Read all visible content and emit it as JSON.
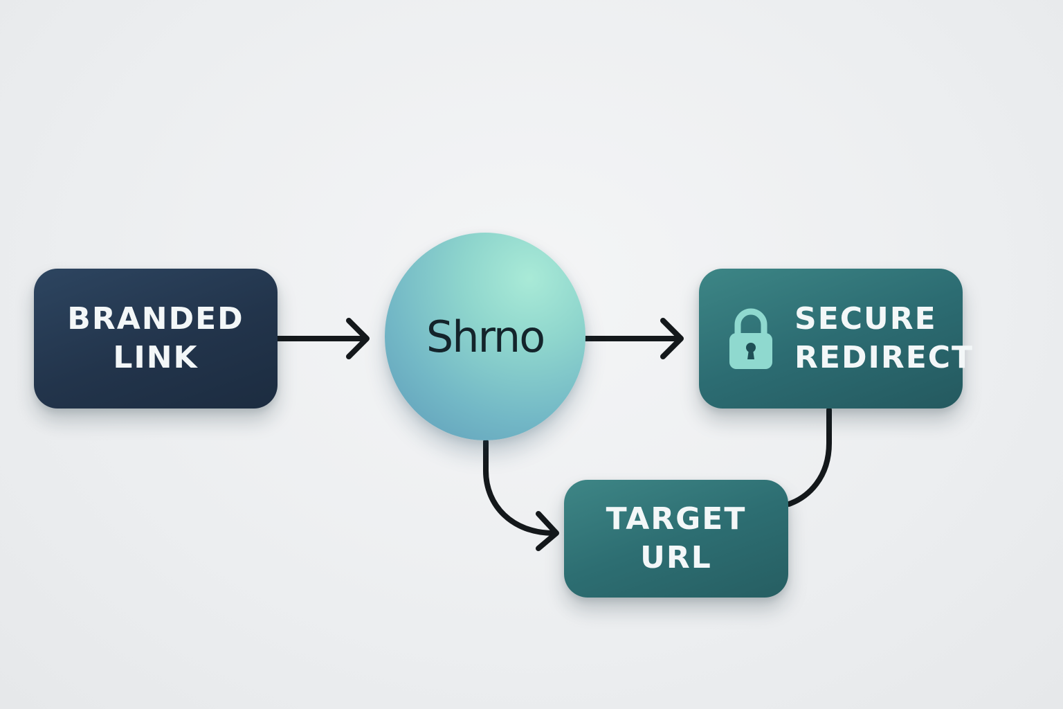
{
  "diagram": {
    "nodes": {
      "branded_link": {
        "label": "BRANDED\nLINK"
      },
      "hub": {
        "label": "Shrno"
      },
      "secure_redirect": {
        "label": "SECURE\nREDIRECT",
        "icon": "lock-icon"
      },
      "target_url": {
        "label": "TARGET\nURL"
      }
    },
    "edges": [
      {
        "from": "branded_link",
        "to": "hub"
      },
      {
        "from": "hub",
        "to": "secure_redirect"
      },
      {
        "from": "hub",
        "to": "target_url"
      },
      {
        "from": "secure_redirect",
        "to": "target_url"
      }
    ],
    "colors": {
      "background": "#eceef0",
      "branded_link": "#22344b",
      "hub_light": "#a9ead7",
      "hub_dark": "#5d9ab8",
      "teal": "#2c6c72",
      "lock": "#8fd9cf",
      "arrow": "#14181b",
      "label_text": "#f3f7f8"
    }
  }
}
